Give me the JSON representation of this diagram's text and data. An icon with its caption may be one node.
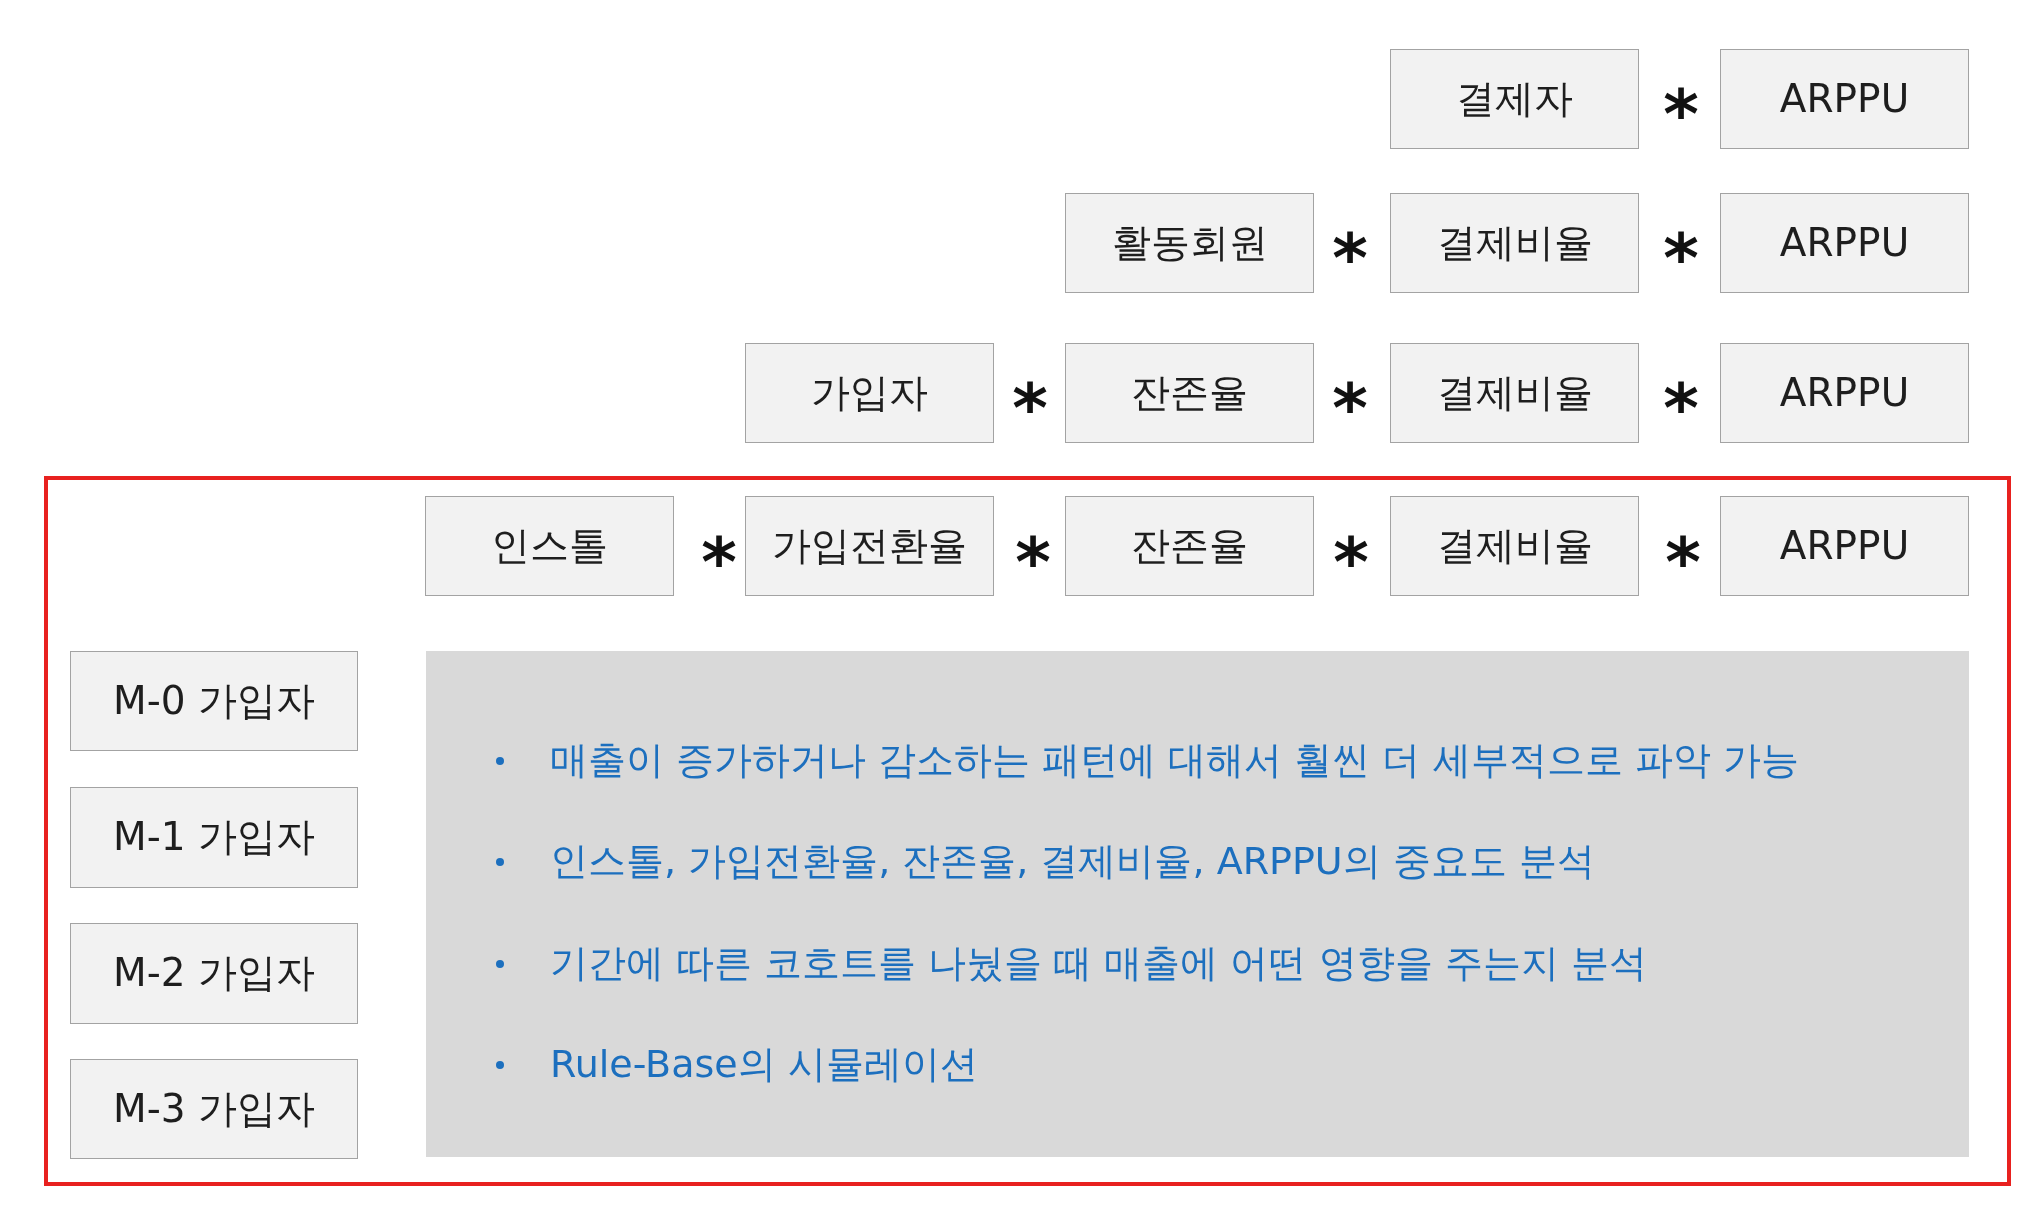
{
  "diagram": {
    "nodes": [
      {
        "text": [
          "결제자"
        ]
      },
      {
        "text": [
          "ARPPU"
        ]
      },
      {
        "text": [
          "활동회원"
        ]
      },
      {
        "text": [
          "결제비율"
        ]
      },
      {
        "text": [
          "ARPPU"
        ]
      },
      {
        "text": [
          "가입자"
        ]
      },
      {
        "text": [
          "잔존율"
        ]
      },
      {
        "text": [
          "결제비율"
        ]
      },
      {
        "text": [
          "ARPPU"
        ]
      },
      {
        "text": [],
        "shape": "box"
      },
      {
        "text": [
          "인스톨"
        ],
        "in": 9
      },
      {
        "text": [
          "가입전환율"
        ],
        "in": 9
      },
      {
        "text": [
          "잔존율"
        ],
        "in": 9
      },
      {
        "text": [
          "결제비율"
        ],
        "in": 9
      },
      {
        "text": [
          "ARPPU"
        ],
        "in": 9
      },
      {
        "text": [
          "M-0 가입자"
        ],
        "in": 9
      },
      {
        "text": [
          "M-1 가입자"
        ],
        "in": 9
      },
      {
        "text": [
          "M-2 가입자"
        ],
        "in": 9
      },
      {
        "text": [
          "M-3 가입자"
        ],
        "in": 9
      },
      {
        "text": [
          "매출이 증가하거나 감소하는 패턴에 대해서 훨씬 더 세부적으로 파악 가능",
          "인스톨, 가입전환율, 잔존율, 결제비율, ARPPU의 중요도 분석",
          "기간에 따른 코호트를 나눴을 때 매출에 어떤 영향을 주는지 분석",
          "Rule-Base의 시뮬레이션"
        ],
        "in": 9
      }
    ],
    "labels": [
      "*",
      "*",
      "*",
      "*",
      "*",
      "*",
      "*",
      "*",
      "*",
      "*"
    ]
  }
}
